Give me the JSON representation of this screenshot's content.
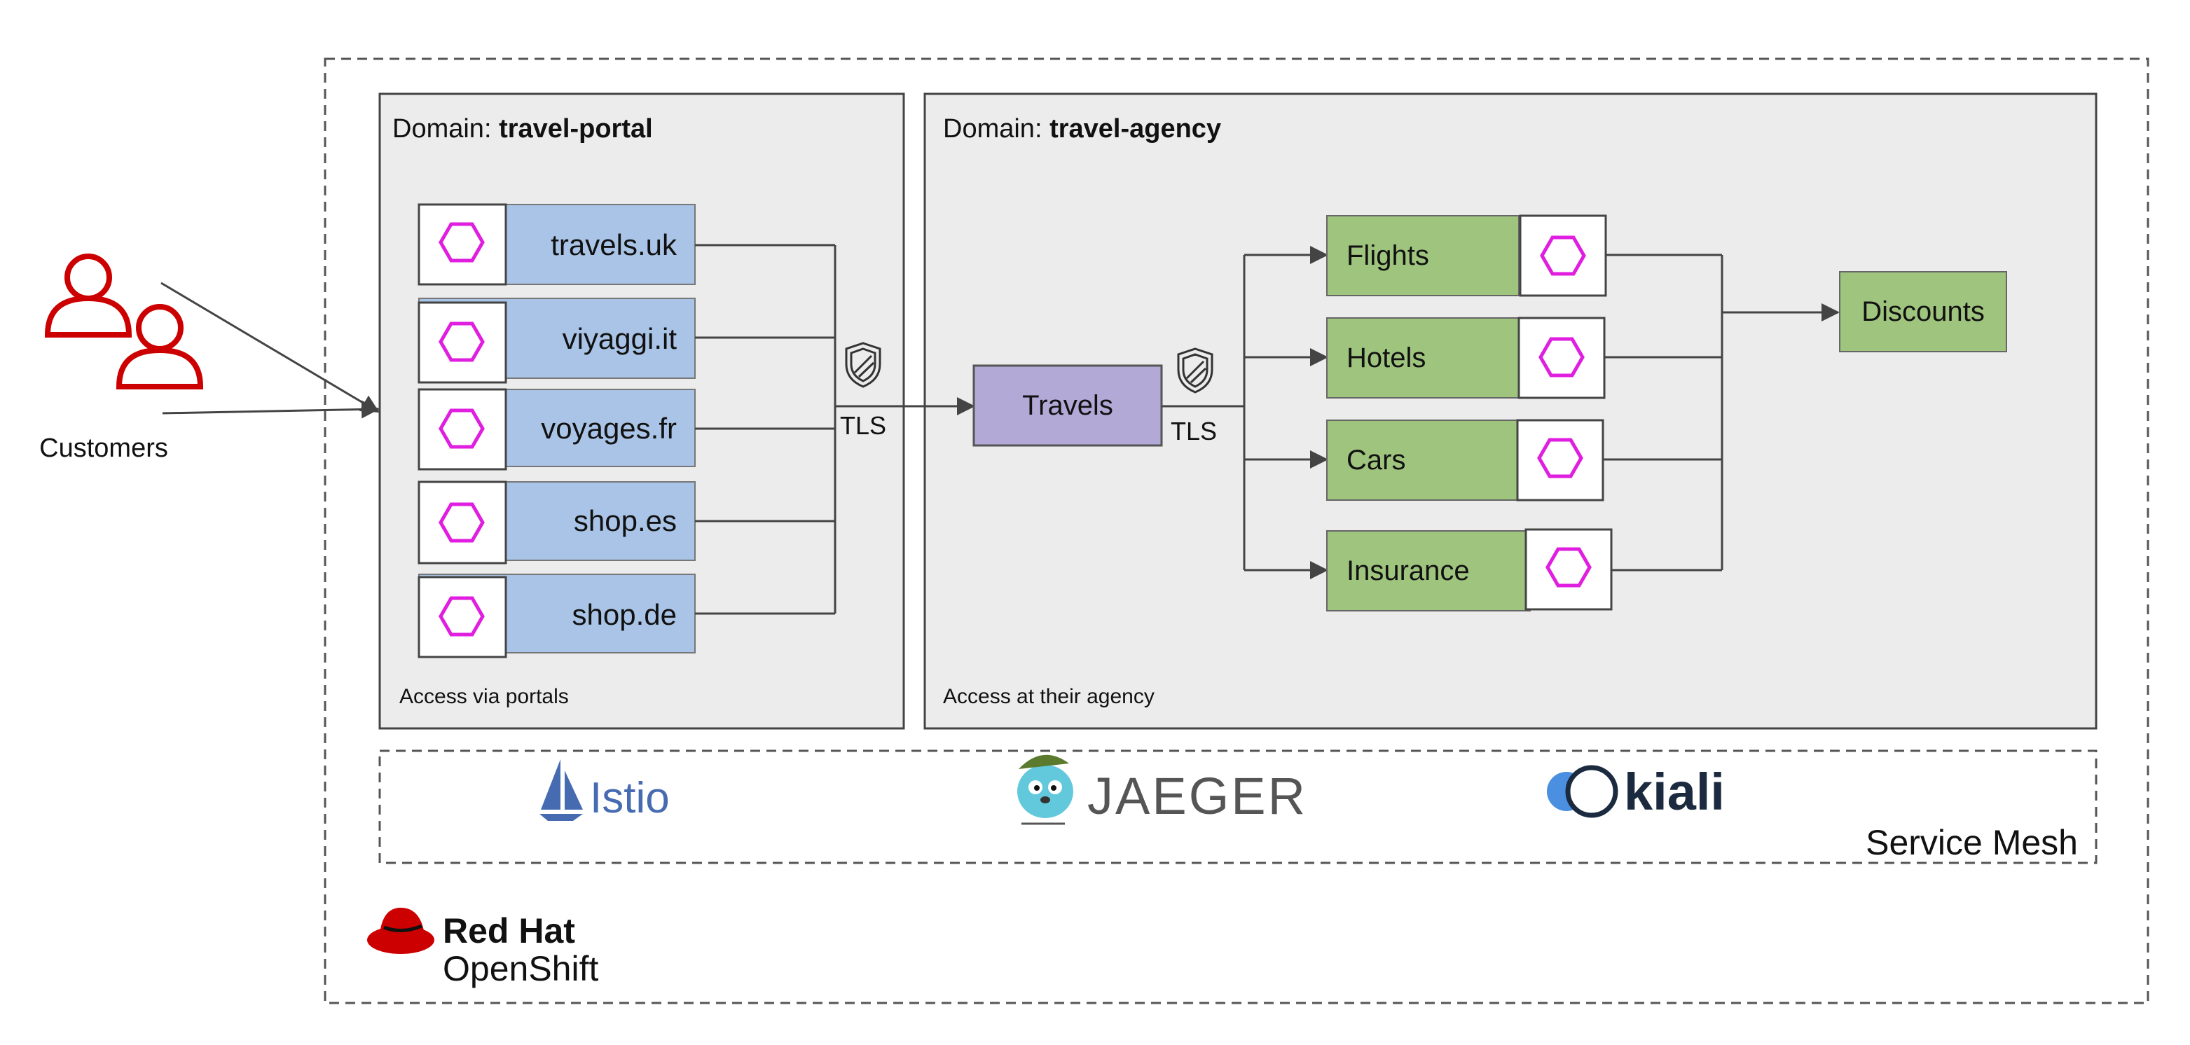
{
  "customers": {
    "label": "Customers"
  },
  "portal": {
    "domain_prefix": "Domain: ",
    "domain_name": "travel-portal",
    "access_note": "Access via portals",
    "services": [
      "travels.uk",
      "viyaggi.it",
      "voyages.fr",
      "shop.es",
      "shop.de"
    ]
  },
  "agency": {
    "domain_prefix": "Domain: ",
    "domain_name": "travel-agency",
    "access_note": "Access at  their agency",
    "travels": "Travels",
    "services": [
      "Flights",
      "Hotels",
      "Cars",
      "Insurance"
    ],
    "discounts": "Discounts"
  },
  "tls": {
    "left": "TLS",
    "right": "TLS"
  },
  "mesh": {
    "label": "Service Mesh",
    "logos": {
      "istio": "Istio",
      "jaeger": "JAEGER",
      "kiali": "kiali"
    }
  },
  "platform": {
    "brand_line1": "Red Hat",
    "brand_line2": "OpenShift"
  },
  "colors": {
    "portal_service": "#a9c4e6",
    "agency_service": "#9fc47e",
    "travels": "#b3a9d6",
    "domain_bg": "#ececec",
    "hexagon": "#e01ee0",
    "redhat": "#cc0000"
  }
}
